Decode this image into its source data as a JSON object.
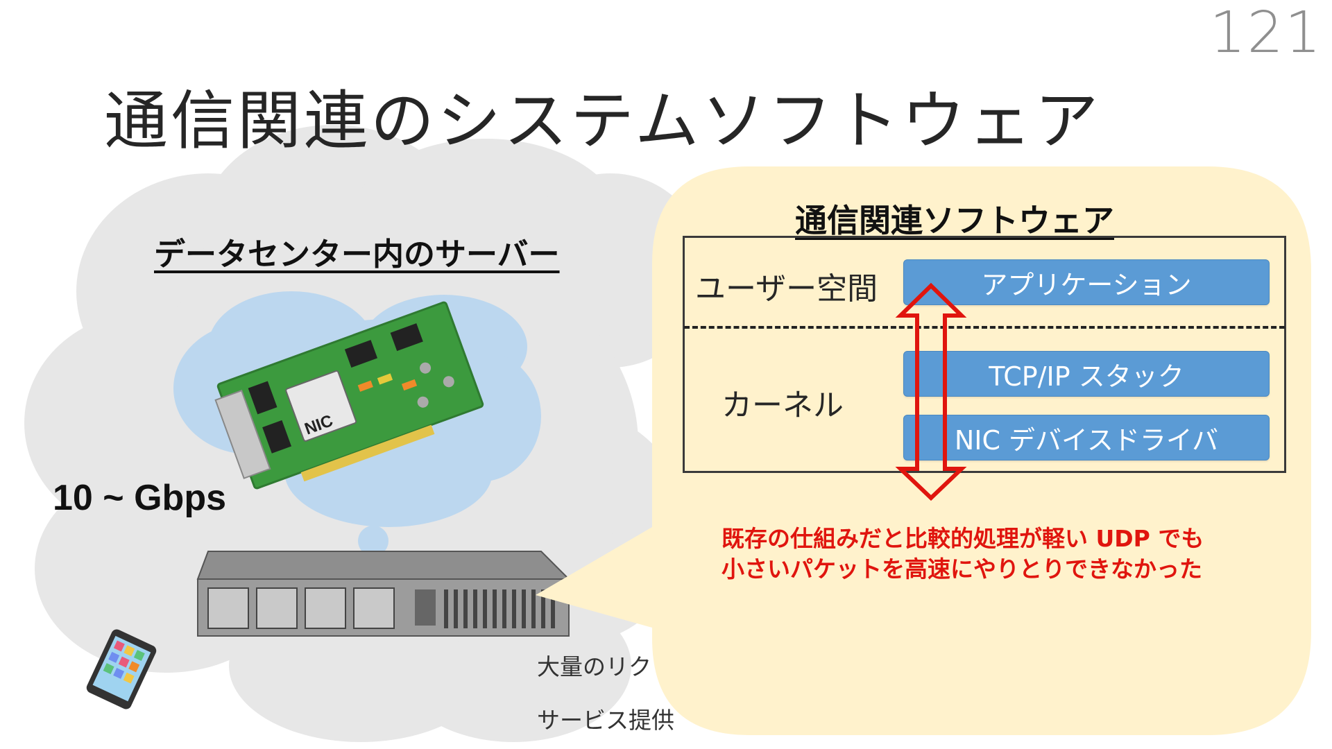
{
  "slide": {
    "page_number": "121",
    "title": "通信関連のシステムソフトウェア"
  },
  "datacenter": {
    "title": "データセンター内のサーバー",
    "nic_chip_label": "NIC",
    "speed_label": "10 ~ Gbps",
    "background_text_1": "大量のリク",
    "background_text_2": "サービス提供"
  },
  "software": {
    "title": "通信関連ソフトウェア",
    "user_space_label": "ユーザー空間",
    "kernel_label": "カーネル",
    "blocks": {
      "application": "アプリケーション",
      "tcp_ip": "TCP/IP スタック",
      "nic_driver": "NIC デバイスドライバ"
    },
    "note_line_1": "既存の仕組みだと比較的処理が軽い UDP でも",
    "note_line_2": "小さいパケットを高速にやりとりできなかった"
  },
  "colors": {
    "cloud_gray": "#e7e7e7",
    "thought_blue": "#bcd7ef",
    "callout_bg": "#fff2cc",
    "block_blue": "#5b9bd5",
    "arrow_red": "#e0150e",
    "nic_green": "#3c9a3e"
  }
}
